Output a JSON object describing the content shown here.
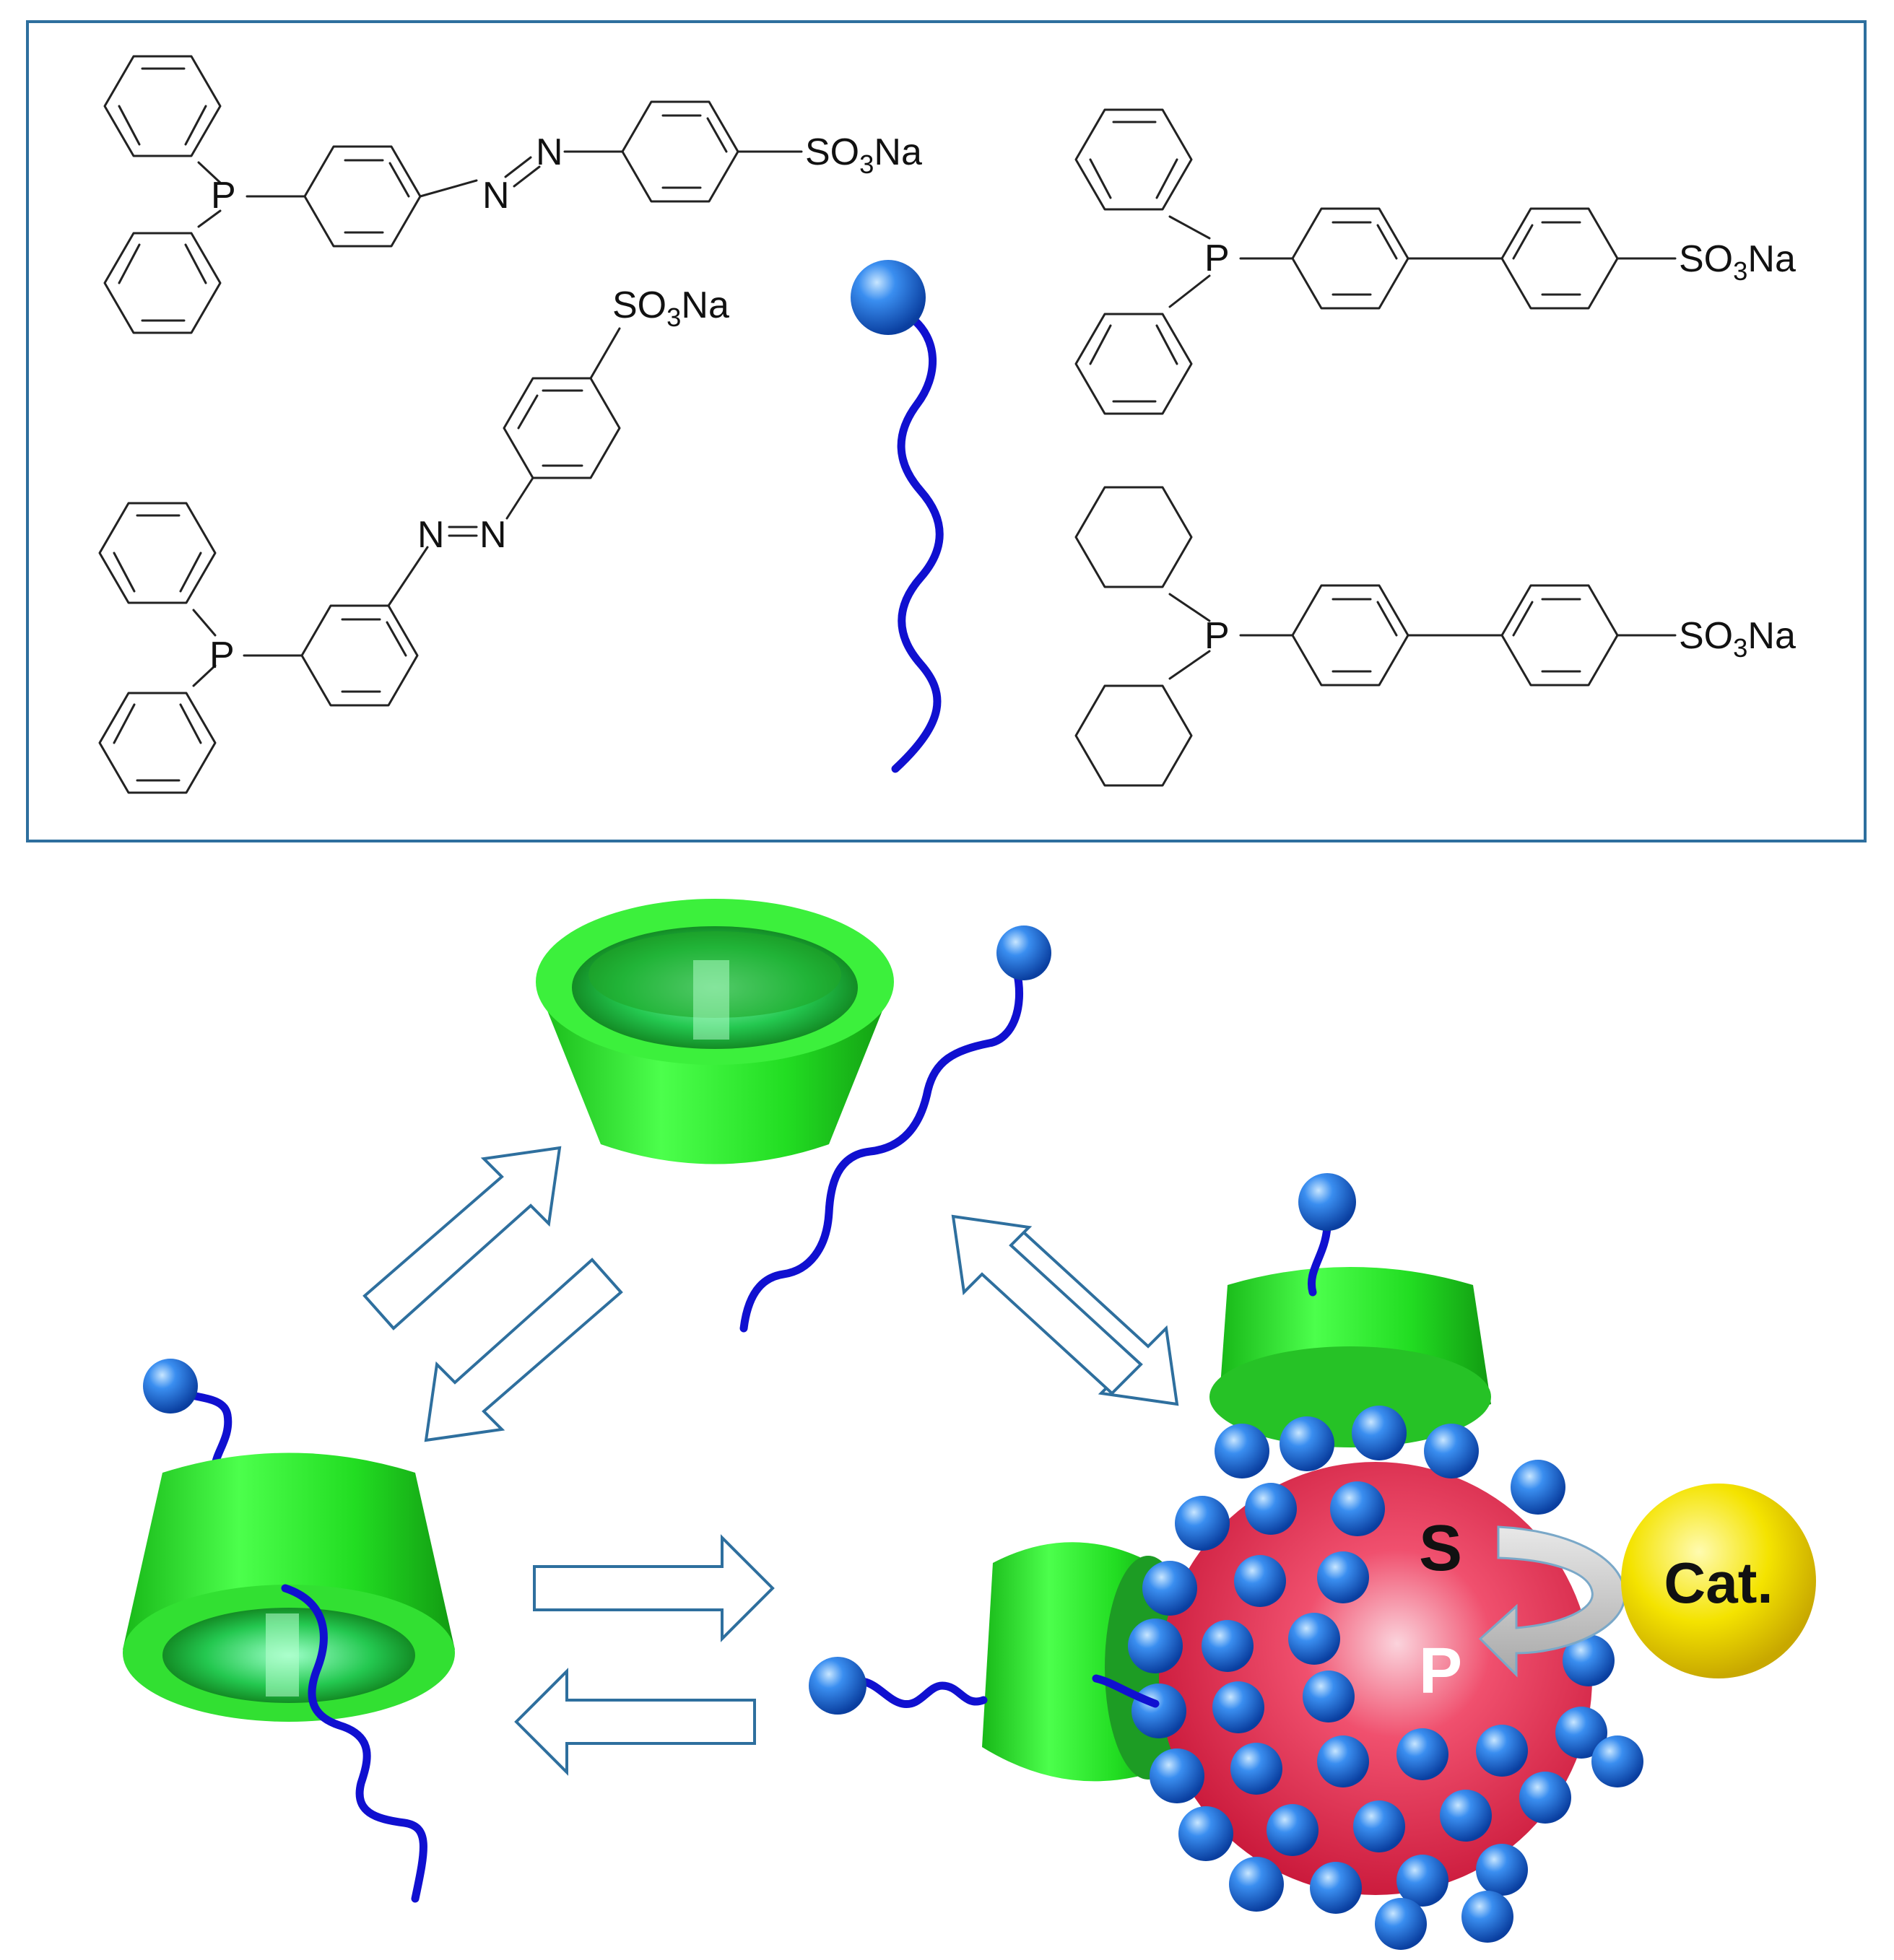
{
  "colors": {
    "frame": "#2e6f9e",
    "arrow_outline": "#2e6f9e",
    "chain": "#1010d0",
    "head_bead": "#2f7fe0",
    "host_cone": "#22dd22",
    "droplet": "#e8304f",
    "catalyst": "#f2e600"
  },
  "structures": {
    "s1": {
      "p": "P",
      "n1": "N",
      "n2": "N",
      "so3na": {
        "main": "SO",
        "sub": "3",
        "tail": "Na"
      }
    },
    "s2": {
      "p": "P",
      "n1": "N",
      "n2": "N",
      "so3na": {
        "main": "SO",
        "sub": "3",
        "tail": "Na"
      }
    },
    "s3": {
      "p": "P",
      "so3na": {
        "main": "SO",
        "sub": "3",
        "tail": "Na"
      }
    },
    "s4": {
      "p": "P",
      "so3na": {
        "main": "SO",
        "sub": "3",
        "tail": "Na"
      }
    }
  },
  "droplet_labels": {
    "substrate": "S",
    "product": "P",
    "catalyst": "Cat."
  },
  "icons": [
    "surfactant-icon",
    "cyclodextrin-icon",
    "double-arrow-icon",
    "droplet-icon",
    "catalyst-sphere-icon"
  ]
}
